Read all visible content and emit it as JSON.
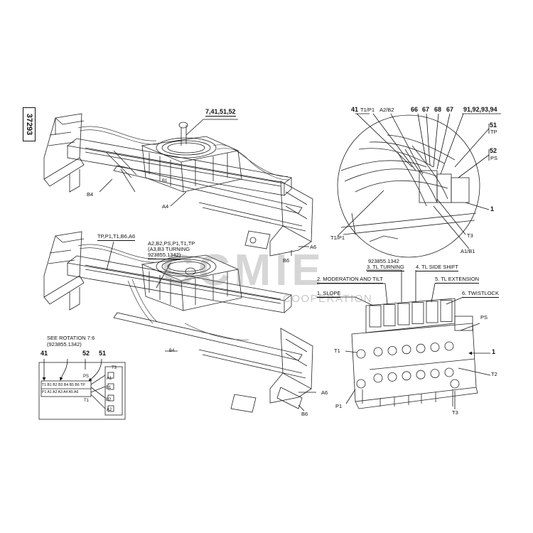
{
  "document_number": "37293",
  "watermark": {
    "brand": "CCMIE",
    "tagline": "COOPERATION"
  },
  "top_left": {
    "refs": {
      "main": "7,41,51,52",
      "b4": "B4",
      "a4": "A4",
      "b1": "B1",
      "a6": "A6",
      "b6": "B6"
    }
  },
  "bottom_left": {
    "tag_top": "TP,P1,T1,B6,A6",
    "tag_turning_line1": "A2,B2,PS,P1,T1,TP",
    "tag_turning_line2": "(A3,B3 TURNING",
    "tag_turning_line3": "923855.1342)",
    "b4": "B4",
    "a6": "A6",
    "b6": "B6"
  },
  "rotation_box": {
    "note_line1": "SEE ROTATION 7:6",
    "note_line2": "(923855.1342)",
    "callouts": [
      "41",
      "52",
      "51"
    ],
    "row1": "T1 B1 B2 B3 B4 B5 B6 TP",
    "row2": "P1 A1 A2 A3 A4 A5 A6",
    "ps": "PS",
    "t1": "T1",
    "ports_right": [
      "T3",
      "A1",
      "B1",
      "B2",
      "A2"
    ]
  },
  "detail_circle": {
    "top_labels": {
      "n41": "41",
      "t1p1": "T1/P1",
      "a2b2": "A2/B2",
      "n66": "66",
      "n67a": "67",
      "n68": "68",
      "n67b": "67",
      "n91": "91,92,93,94"
    },
    "right_refs": [
      {
        "num": "51",
        "label": "TP"
      },
      {
        "num": "52",
        "label": "PS"
      },
      {
        "num": "1",
        "label": ""
      }
    ],
    "bottom_labels": {
      "t1p1": "T1/P1",
      "t3": "T3",
      "a1b1": "A1/B1"
    }
  },
  "valve_block": {
    "part_note": "923855.1342",
    "functions": [
      "1. SLOPE",
      "2. MODERATION AND TILT",
      "3. TL TURNING",
      "4. TL SIDE SHIFT",
      "5. TL EXTENSION",
      "6. TWISTLOCK"
    ],
    "ports": {
      "ps": "PS",
      "t1": "T1",
      "one": "1",
      "t2": "T2",
      "p1": "P1",
      "t3": "T3"
    }
  }
}
